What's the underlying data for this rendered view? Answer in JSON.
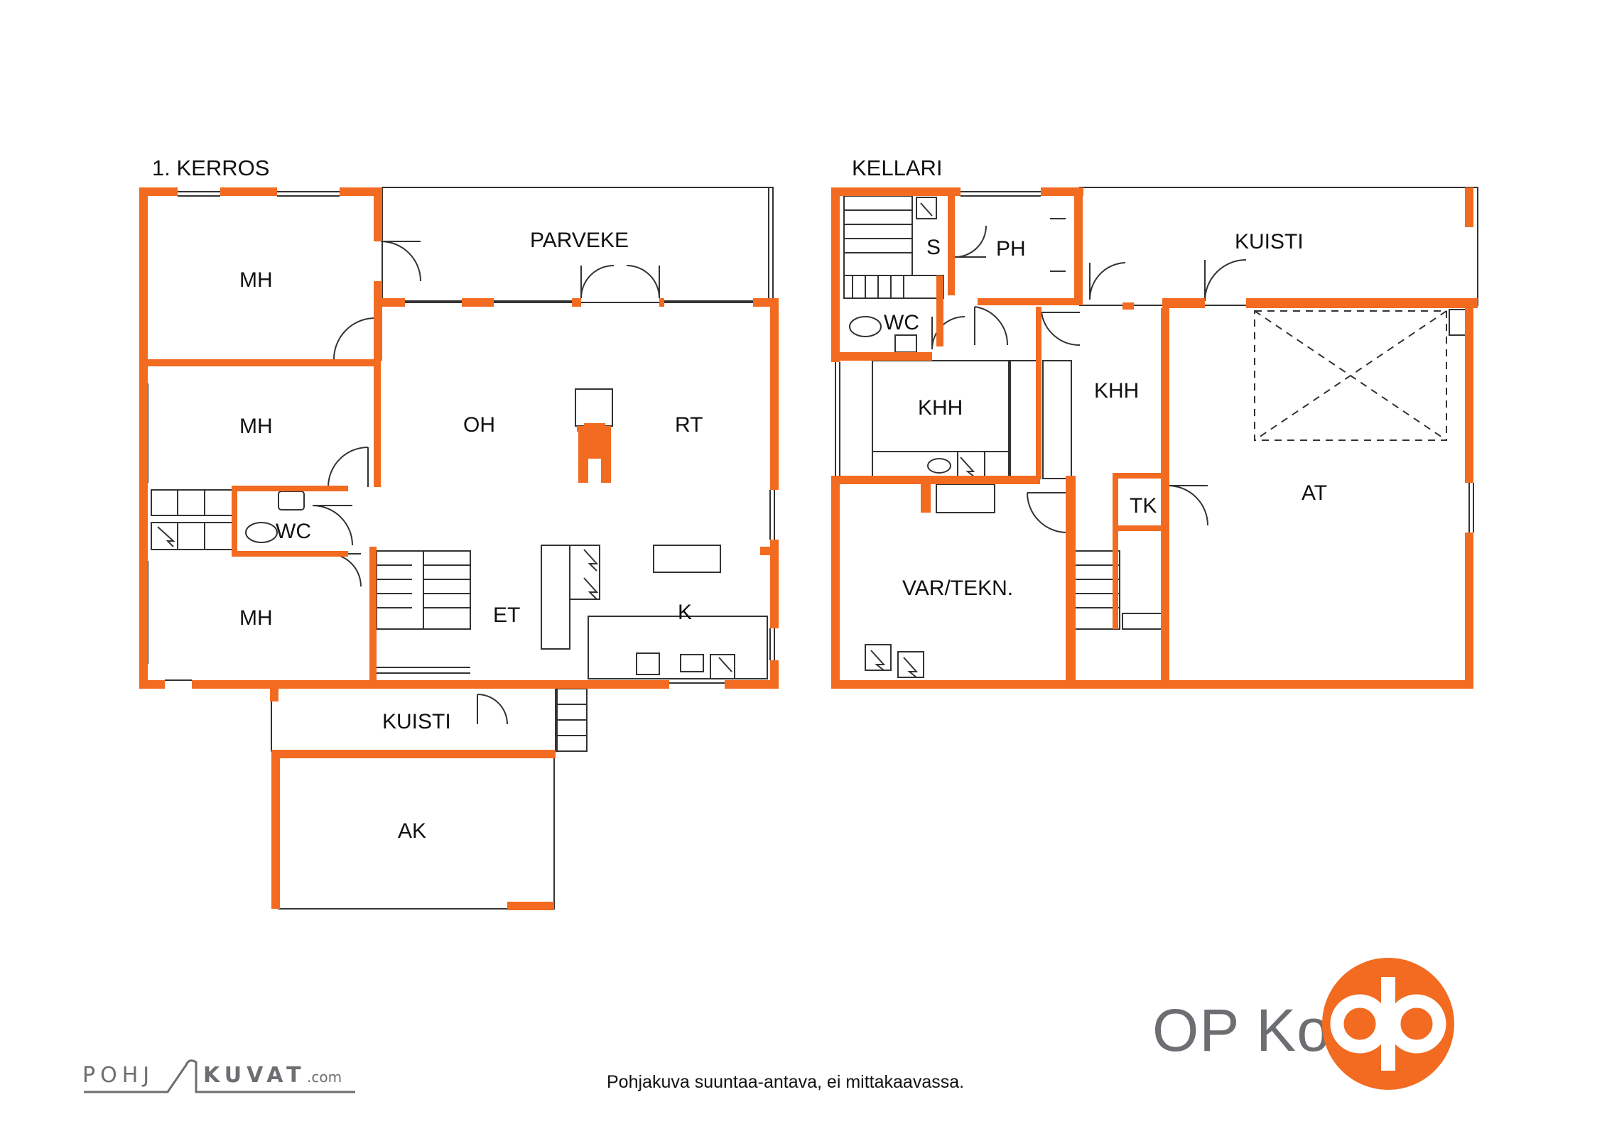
{
  "colors": {
    "wall": "#f26b21",
    "line": "#333333",
    "logo": "#f26b21",
    "brand_text": "#6d6e71"
  },
  "floors": [
    {
      "title": "1. KERROS",
      "rooms": {
        "mh1": "MH",
        "mh2": "MH",
        "mh3": "MH",
        "parveke": "PARVEKE",
        "oh": "OH",
        "rt": "RT",
        "wc": "WC",
        "et": "ET",
        "k": "K",
        "kuisti": "KUISTI",
        "ak": "AK"
      }
    },
    {
      "title": "KELLARI",
      "rooms": {
        "s": "S",
        "ph": "PH",
        "kuisti": "KUISTI",
        "wc": "WC",
        "khh1": "KHH",
        "khh2": "KHH",
        "tk": "TK",
        "at": "AT",
        "var": "VAR/TEKN."
      }
    }
  ],
  "brand": {
    "name": "OP Koti",
    "logo_icon": "op-logo-icon"
  },
  "watermark": {
    "left": "POHJ",
    "right": "KUVAT",
    "domain": ".com"
  },
  "disclaimer": "Pohjakuva suuntaa-antava, ei mittakaavassa."
}
